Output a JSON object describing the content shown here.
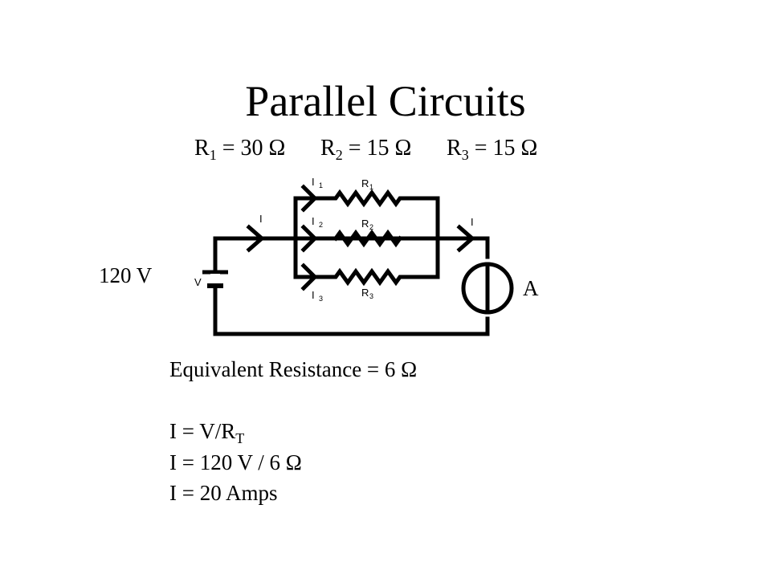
{
  "title": "Parallel Circuits",
  "resistors": [
    {
      "sym": "R",
      "sub": "1",
      "value": " = 30 Ω"
    },
    {
      "sym": "R",
      "sub": "2",
      "value": " = 15 Ω"
    },
    {
      "sym": "R",
      "sub": "3",
      "value": " = 15 Ω"
    }
  ],
  "voltage_label": "120 V",
  "ammeter_label": "A",
  "diagram": {
    "i_main": "I",
    "i_out": "I",
    "i_branch": [
      "I",
      "1",
      "I",
      "2",
      "I",
      "3"
    ],
    "r_labels": [
      "R",
      "1",
      "R",
      "2",
      "R",
      "3"
    ],
    "v_label": "V"
  },
  "equivalent": "Equivalent Resistance =  6 Ω",
  "formula_1_main": "I = V/R",
  "formula_1_sub": "T",
  "formula_2": "I =  120 V / 6 Ω",
  "formula_3": "I = 20 Amps"
}
